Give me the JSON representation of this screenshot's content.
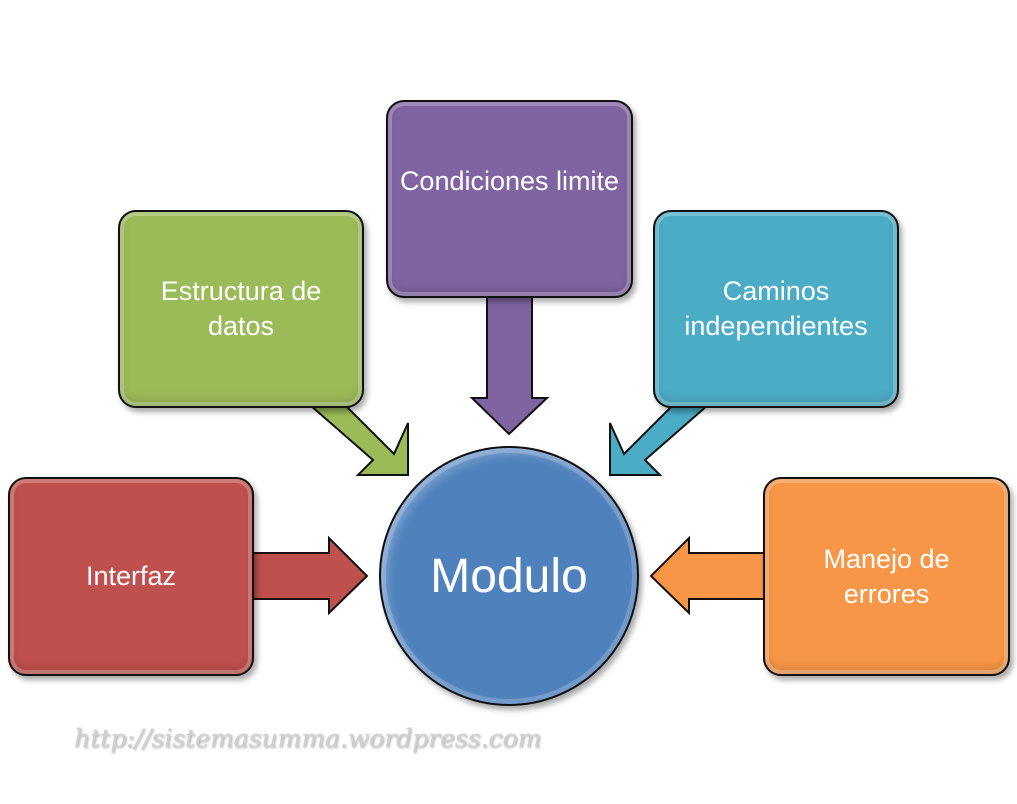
{
  "center": {
    "label": "Modulo",
    "color": "#4f81bd"
  },
  "nodes": [
    {
      "id": "interfaz",
      "label": "Interfaz",
      "color": "#c0504d"
    },
    {
      "id": "estructura",
      "label": "Estructura de datos",
      "color": "#9bbb59"
    },
    {
      "id": "condiciones",
      "label": "Condiciones limite",
      "color": "#8064a2"
    },
    {
      "id": "caminos",
      "label": "Caminos independientes",
      "color": "#4bacc6"
    },
    {
      "id": "manejo",
      "label": "Manejo de errores",
      "color": "#f79646"
    }
  ],
  "watermark": "http://sistemasumma.wordpress.com"
}
